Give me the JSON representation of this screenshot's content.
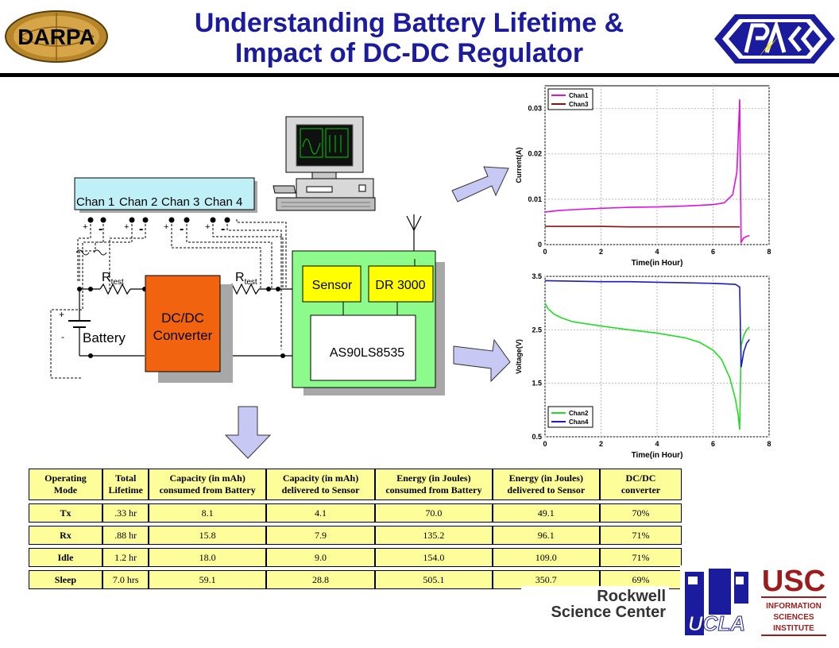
{
  "title_line1": "Understanding Battery Lifetime &",
  "title_line2": "Impact of DC-DC Regulator",
  "logos": {
    "darpa": "DARPA",
    "rockwell_line1": "Rockwell",
    "rockwell_line2": "Science Center",
    "ucla": "UCLA",
    "usc": "USC",
    "usc_line1": "INFORMATION",
    "usc_line2": "SCIENCES",
    "usc_line3": "INSTITUTE"
  },
  "diagram": {
    "chan1": "Chan 1",
    "chan2": "Chan 2",
    "chan3": "Chan 3",
    "chan4": "Chan 4",
    "plus": "+",
    "minus": "-",
    "rtest_r": "R",
    "rtest_sub": "test",
    "battery": "Battery",
    "dcdc_line1": "DC/DC",
    "dcdc_line2": "Converter",
    "sensor": "Sensor",
    "dr3000": "DR 3000",
    "chip": "AS90LS8535"
  },
  "chart_data": [
    {
      "type": "line",
      "xlabel": "Time(in Hour)",
      "ylabel": "Current(A)",
      "xlim": [
        0,
        8
      ],
      "ylim": [
        0,
        0.035
      ],
      "xticks": [
        0,
        2,
        4,
        6,
        8
      ],
      "yticks": [
        0,
        0.01,
        0.02,
        0.03
      ],
      "ytick_labels": [
        "0",
        "0.01",
        "0.02",
        "0.03"
      ],
      "legend": "top-left",
      "series": [
        {
          "name": "Chan1",
          "color": "#e010e0",
          "x": [
            0,
            0.5,
            1,
            2,
            3,
            4,
            5,
            6,
            6.4,
            6.7,
            6.85,
            6.95,
            7.0,
            7.05,
            7.1,
            7.2,
            7.3
          ],
          "y": [
            0.0072,
            0.0075,
            0.0077,
            0.008,
            0.0082,
            0.0083,
            0.0085,
            0.0088,
            0.0092,
            0.011,
            0.016,
            0.032,
            0.0005,
            0.001,
            0.0015,
            0.0018,
            0.002
          ]
        },
        {
          "name": "Chan3",
          "color": "#8b1010",
          "x": [
            0,
            1,
            2,
            3,
            4,
            5,
            6,
            6.95
          ],
          "y": [
            0.004,
            0.004,
            0.004,
            0.0039,
            0.0039,
            0.0039,
            0.0039,
            0.0039
          ]
        }
      ]
    },
    {
      "type": "line",
      "xlabel": "Time(in Hour)",
      "ylabel": "Voltage(V)",
      "xlim": [
        0,
        8
      ],
      "ylim": [
        0.5,
        3.5
      ],
      "xticks": [
        0,
        2,
        4,
        6,
        8
      ],
      "yticks": [
        0.5,
        1.5,
        2.5,
        3.5
      ],
      "ytick_labels": [
        "0.5",
        "1.5",
        "2.5",
        "3.5"
      ],
      "legend": "bottom-left",
      "series": [
        {
          "name": "Chan2",
          "color": "#22dd22",
          "x": [
            0,
            0.1,
            0.3,
            0.6,
            1,
            2,
            3,
            4,
            5,
            5.5,
            6,
            6.3,
            6.6,
            6.8,
            6.9,
            6.95,
            7.0,
            7.1,
            7.2,
            7.3
          ],
          "y": [
            3.0,
            2.9,
            2.8,
            2.72,
            2.65,
            2.57,
            2.5,
            2.44,
            2.35,
            2.27,
            2.12,
            1.95,
            1.6,
            1.2,
            0.9,
            0.63,
            2.2,
            2.4,
            2.5,
            2.55
          ]
        },
        {
          "name": "Chan4",
          "color": "#1b1bc0",
          "x": [
            0,
            1,
            2,
            3,
            4,
            5,
            6,
            6.8,
            6.95,
            7.0,
            7.1,
            7.2,
            7.3
          ],
          "y": [
            3.42,
            3.41,
            3.4,
            3.4,
            3.39,
            3.38,
            3.37,
            3.35,
            3.3,
            1.8,
            2.1,
            2.25,
            2.32
          ]
        }
      ]
    }
  ],
  "table": {
    "headers": [
      [
        "Operating",
        "Mode"
      ],
      [
        "Total",
        "Lifetime"
      ],
      [
        "Capacity (in mAh)",
        "consumed from Battery"
      ],
      [
        "Capacity (in mAh)",
        "delivered to Sensor"
      ],
      [
        "Energy (in Joules)",
        "consumed from Battery"
      ],
      [
        "Energy  (in Joules)",
        "delivered to Sensor"
      ],
      [
        "DC/DC",
        "converter"
      ]
    ],
    "rows": [
      [
        "Tx",
        ".33 hr",
        "8.1",
        "4.1",
        "70.0",
        "49.1",
        "70%"
      ],
      [
        "Rx",
        ".88 hr",
        "15.8",
        "7.9",
        "135.2",
        "96.1",
        "71%"
      ],
      [
        "Idle",
        "1.2 hr",
        "18.0",
        "9.0",
        "154.0",
        "109.0",
        "71%"
      ],
      [
        "Sleep",
        "7.0 hrs",
        "59.1",
        "28.8",
        "505.1",
        "350.7",
        "69%"
      ]
    ]
  }
}
